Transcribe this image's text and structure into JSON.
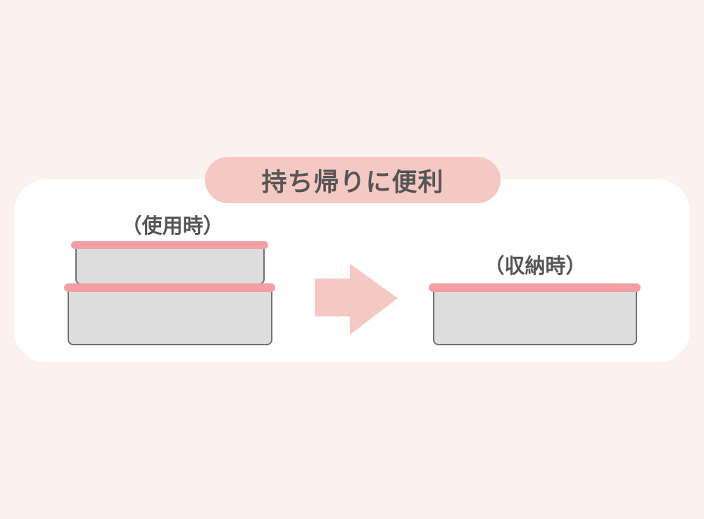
{
  "title": "持ち帰りに便利",
  "in_use_label": "（使用時）",
  "storage_label": "（収納時）",
  "colors": {
    "background": "#fdf1ef",
    "accent": "#f5c9c3",
    "lid": "#f29ea5",
    "box": "#dddddd"
  }
}
